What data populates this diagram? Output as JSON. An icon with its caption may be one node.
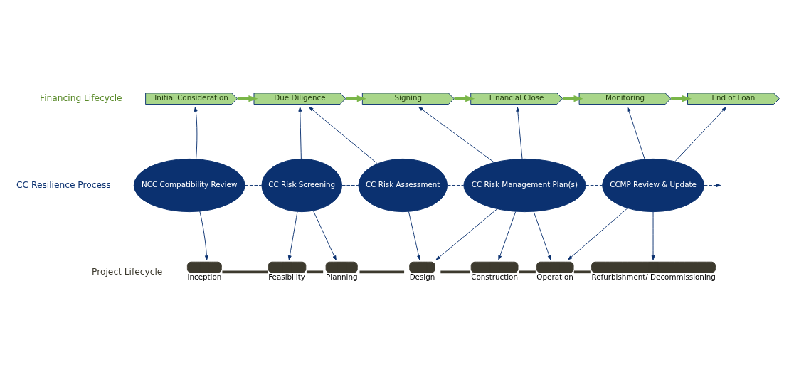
{
  "diagram": {
    "nodes": [
      {
        "text": [
          "Initial Consideration"
        ]
      },
      {
        "text": [
          "Due Diligence"
        ]
      },
      {
        "text": [
          "Signing"
        ]
      },
      {
        "text": [
          "Financial Close"
        ]
      },
      {
        "text": [
          "Monitoring"
        ]
      },
      {
        "text": [
          "End of Loan"
        ]
      },
      {
        "text": [
          "NCC Compatibility Review"
        ]
      },
      {
        "text": [
          "CC Risk Screening"
        ]
      },
      {
        "text": [
          "CC Risk Assessment"
        ]
      },
      {
        "text": [
          "CC Risk Management Plan(s)"
        ]
      },
      {
        "text": [
          "CCMP Review & Update"
        ]
      },
      {
        "text": [
          "Inception"
        ]
      },
      {
        "text": [
          "Feasibility"
        ]
      },
      {
        "text": [
          "Planning"
        ]
      },
      {
        "text": [
          "Design"
        ]
      },
      {
        "text": [
          "Construction"
        ]
      },
      {
        "text": [
          "Operation"
        ]
      },
      {
        "text": [
          "Refurbishment/ Decommissioning"
        ]
      }
    ],
    "edges": [
      {
        "from": 0,
        "to": 1,
        "arrow": "to",
        "style": "thick",
        "color": "#7ab648"
      },
      {
        "from": 1,
        "to": 2,
        "arrow": "to",
        "style": "thick",
        "color": "#7ab648"
      },
      {
        "from": 2,
        "to": 3,
        "arrow": "to",
        "style": "thick",
        "color": "#7ab648"
      },
      {
        "from": 3,
        "to": 4,
        "arrow": "to",
        "style": "thick",
        "color": "#7ab648"
      },
      {
        "from": 4,
        "to": 5,
        "arrow": "to",
        "style": "thick",
        "color": "#7ab648"
      },
      {
        "from": 6,
        "to": 0,
        "arrow": "to"
      },
      {
        "from": 7,
        "to": 1,
        "arrow": "to"
      },
      {
        "from": 8,
        "to": 1,
        "arrow": "to"
      },
      {
        "from": 9,
        "to": 2,
        "arrow": "to"
      },
      {
        "from": 9,
        "to": 3,
        "arrow": "to"
      },
      {
        "from": 10,
        "to": 4,
        "arrow": "to"
      },
      {
        "from": 10,
        "to": 5,
        "arrow": "to"
      },
      {
        "from": 6,
        "to": 7,
        "arrow": "none",
        "style": "dashed"
      },
      {
        "from": 7,
        "to": 8,
        "arrow": "none",
        "style": "dashed"
      },
      {
        "from": 8,
        "to": 9,
        "arrow": "none",
        "style": "dashed"
      },
      {
        "from": 9,
        "to": 10,
        "arrow": "none",
        "style": "dashed"
      },
      {
        "from": 10,
        "to": null,
        "arrow": "to",
        "style": "dashed"
      },
      {
        "from": 6,
        "to": 11,
        "arrow": "to"
      },
      {
        "from": 7,
        "to": 12,
        "arrow": "to"
      },
      {
        "from": 7,
        "to": 13,
        "arrow": "to"
      },
      {
        "from": 8,
        "to": 14,
        "arrow": "to"
      },
      {
        "from": 9,
        "to": 14,
        "arrow": "to"
      },
      {
        "from": 9,
        "to": 15,
        "arrow": "to"
      },
      {
        "from": 9,
        "to": 16,
        "arrow": "to"
      },
      {
        "from": 10,
        "to": 16,
        "arrow": "to"
      },
      {
        "from": 10,
        "to": 17,
        "arrow": "to"
      },
      {
        "from": 11,
        "to": 12,
        "arrow": "none",
        "style": "thick",
        "color": "#3d3a2e"
      },
      {
        "from": 12,
        "to": 13,
        "arrow": "none",
        "style": "thick",
        "color": "#3d3a2e"
      },
      {
        "from": 13,
        "to": 14,
        "arrow": "none",
        "style": "thick",
        "color": "#3d3a2e"
      },
      {
        "from": 14,
        "to": 15,
        "arrow": "none",
        "style": "thick",
        "color": "#3d3a2e"
      },
      {
        "from": 15,
        "to": 16,
        "arrow": "none",
        "style": "thick",
        "color": "#3d3a2e"
      },
      {
        "from": 16,
        "to": 17,
        "arrow": "none",
        "style": "thick",
        "color": "#3d3a2e"
      }
    ],
    "labels": [
      "Financing Lifecycle",
      "CC Resilience Process",
      "Project Lifecycle"
    ]
  }
}
